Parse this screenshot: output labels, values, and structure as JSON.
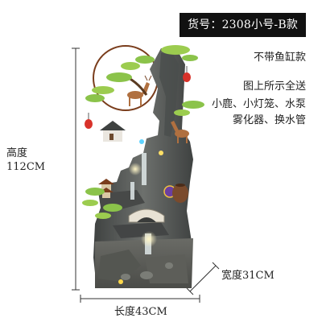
{
  "product": {
    "sku_banner": "货号：2308小号-B款",
    "notes": {
      "no_tank": "不带鱼缸款",
      "gifts_title": "图上所示全送",
      "gifts_line1": "小鹿、小灯笼、水泵",
      "gifts_line2": "雾化器、换水管"
    },
    "dimensions": {
      "height_label": "高度",
      "height_value": "112CM",
      "width_label": "宽度31CM",
      "length_label": "长度43CM"
    }
  },
  "colors": {
    "banner_bg": "#111111",
    "banner_text": "#ffffff",
    "rock": "#5b5e5c",
    "rock_dark": "#3a3c3b",
    "pine": "#8bc34a",
    "lantern": "#d8322a",
    "moon_ring": "#7a3d1c",
    "measure_line": "#333333"
  }
}
